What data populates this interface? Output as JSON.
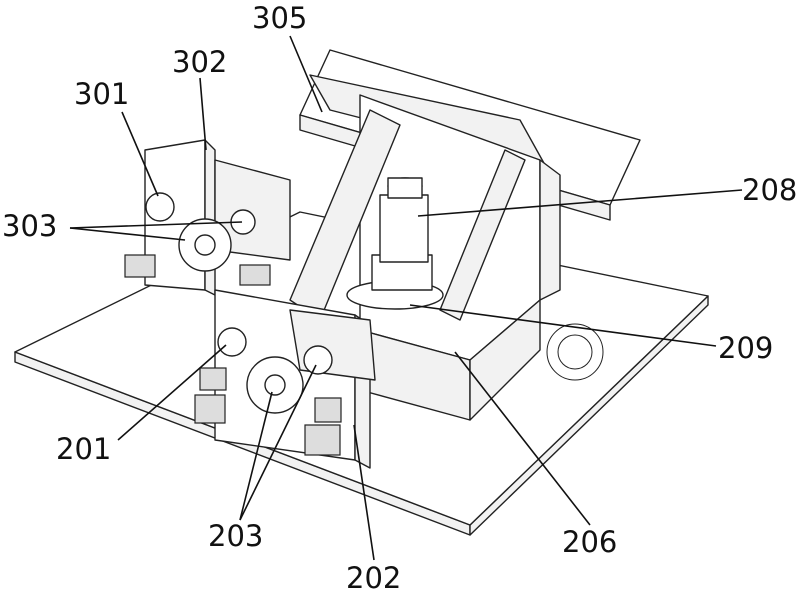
{
  "figure": {
    "labels": {
      "l305": "305",
      "l302": "302",
      "l301": "301",
      "l303": "303",
      "l208": "208",
      "l209": "209",
      "l201": "201",
      "l206": "206",
      "l203": "203",
      "l202": "202"
    }
  }
}
